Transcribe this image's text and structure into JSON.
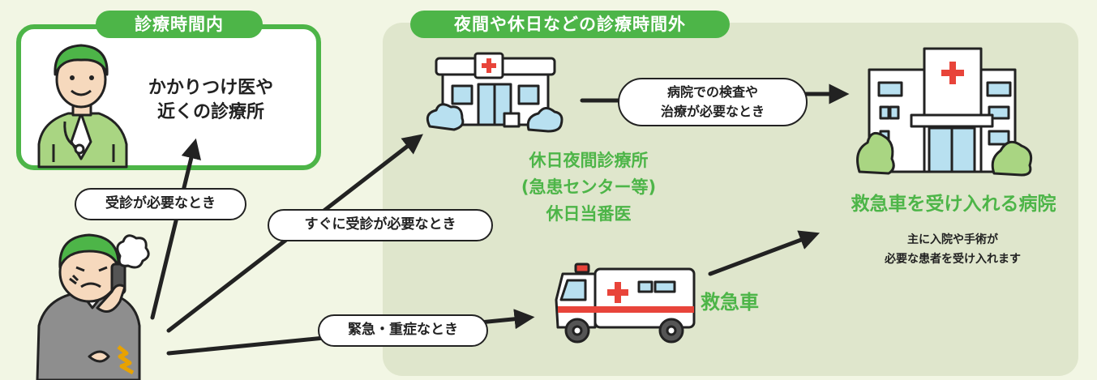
{
  "colors": {
    "background": "#f2f6e4",
    "accent_green": "#4db548",
    "panel_gray_green": "#dfe6cc",
    "red_cross": "#e8443a",
    "outline": "#222222"
  },
  "in_hours": {
    "tab_label": "診療時間内",
    "provider_line1": "かかりつけ医や",
    "provider_line2": "近くの診療所"
  },
  "after_hours": {
    "tab_label": "夜間や休日などの診療時間外",
    "clinic_line1": "休日夜間診療所",
    "clinic_line2": "(急患センター等)",
    "clinic_line3": "休日当番医",
    "referral_line1": "病院での検査や",
    "referral_line2": "治療が必要なとき",
    "hospital_title": "救急車を受け入れる病院",
    "hospital_desc_line1": "主に入院や手術が",
    "hospital_desc_line2": "必要な患者を受け入れます",
    "ambulance_label": "救急車"
  },
  "patient_paths": {
    "visit_needed": "受診が必要なとき",
    "visit_needed_soon": "すぐに受診が必要なとき",
    "emergency": "緊急・重症なとき"
  },
  "icons": [
    "doctor-illustration",
    "patient-illustration",
    "clinic-building-icon",
    "hospital-building-icon",
    "ambulance-icon",
    "arrow"
  ]
}
